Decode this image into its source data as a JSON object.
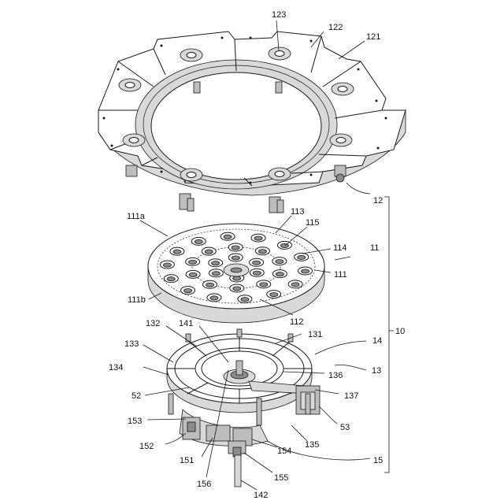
{
  "labels": {
    "l123": "123",
    "l122": "122",
    "l121": "121",
    "l12": "12",
    "l111a": "111a",
    "l113": "113",
    "l115": "115",
    "l114": "114",
    "l11": "11",
    "l111": "111",
    "l111b": "111b",
    "l112": "112",
    "l10": "10",
    "l132": "132",
    "l141": "141",
    "l131": "131",
    "l14": "14",
    "l133": "133",
    "l134": "134",
    "l136": "136",
    "l13": "13",
    "l52": "52",
    "l137": "137",
    "l153": "153",
    "l53": "53",
    "l152": "152",
    "l135": "135",
    "l151": "151",
    "l154": "154",
    "l15": "15",
    "l156": "156",
    "l155": "155",
    "l142": "142"
  }
}
